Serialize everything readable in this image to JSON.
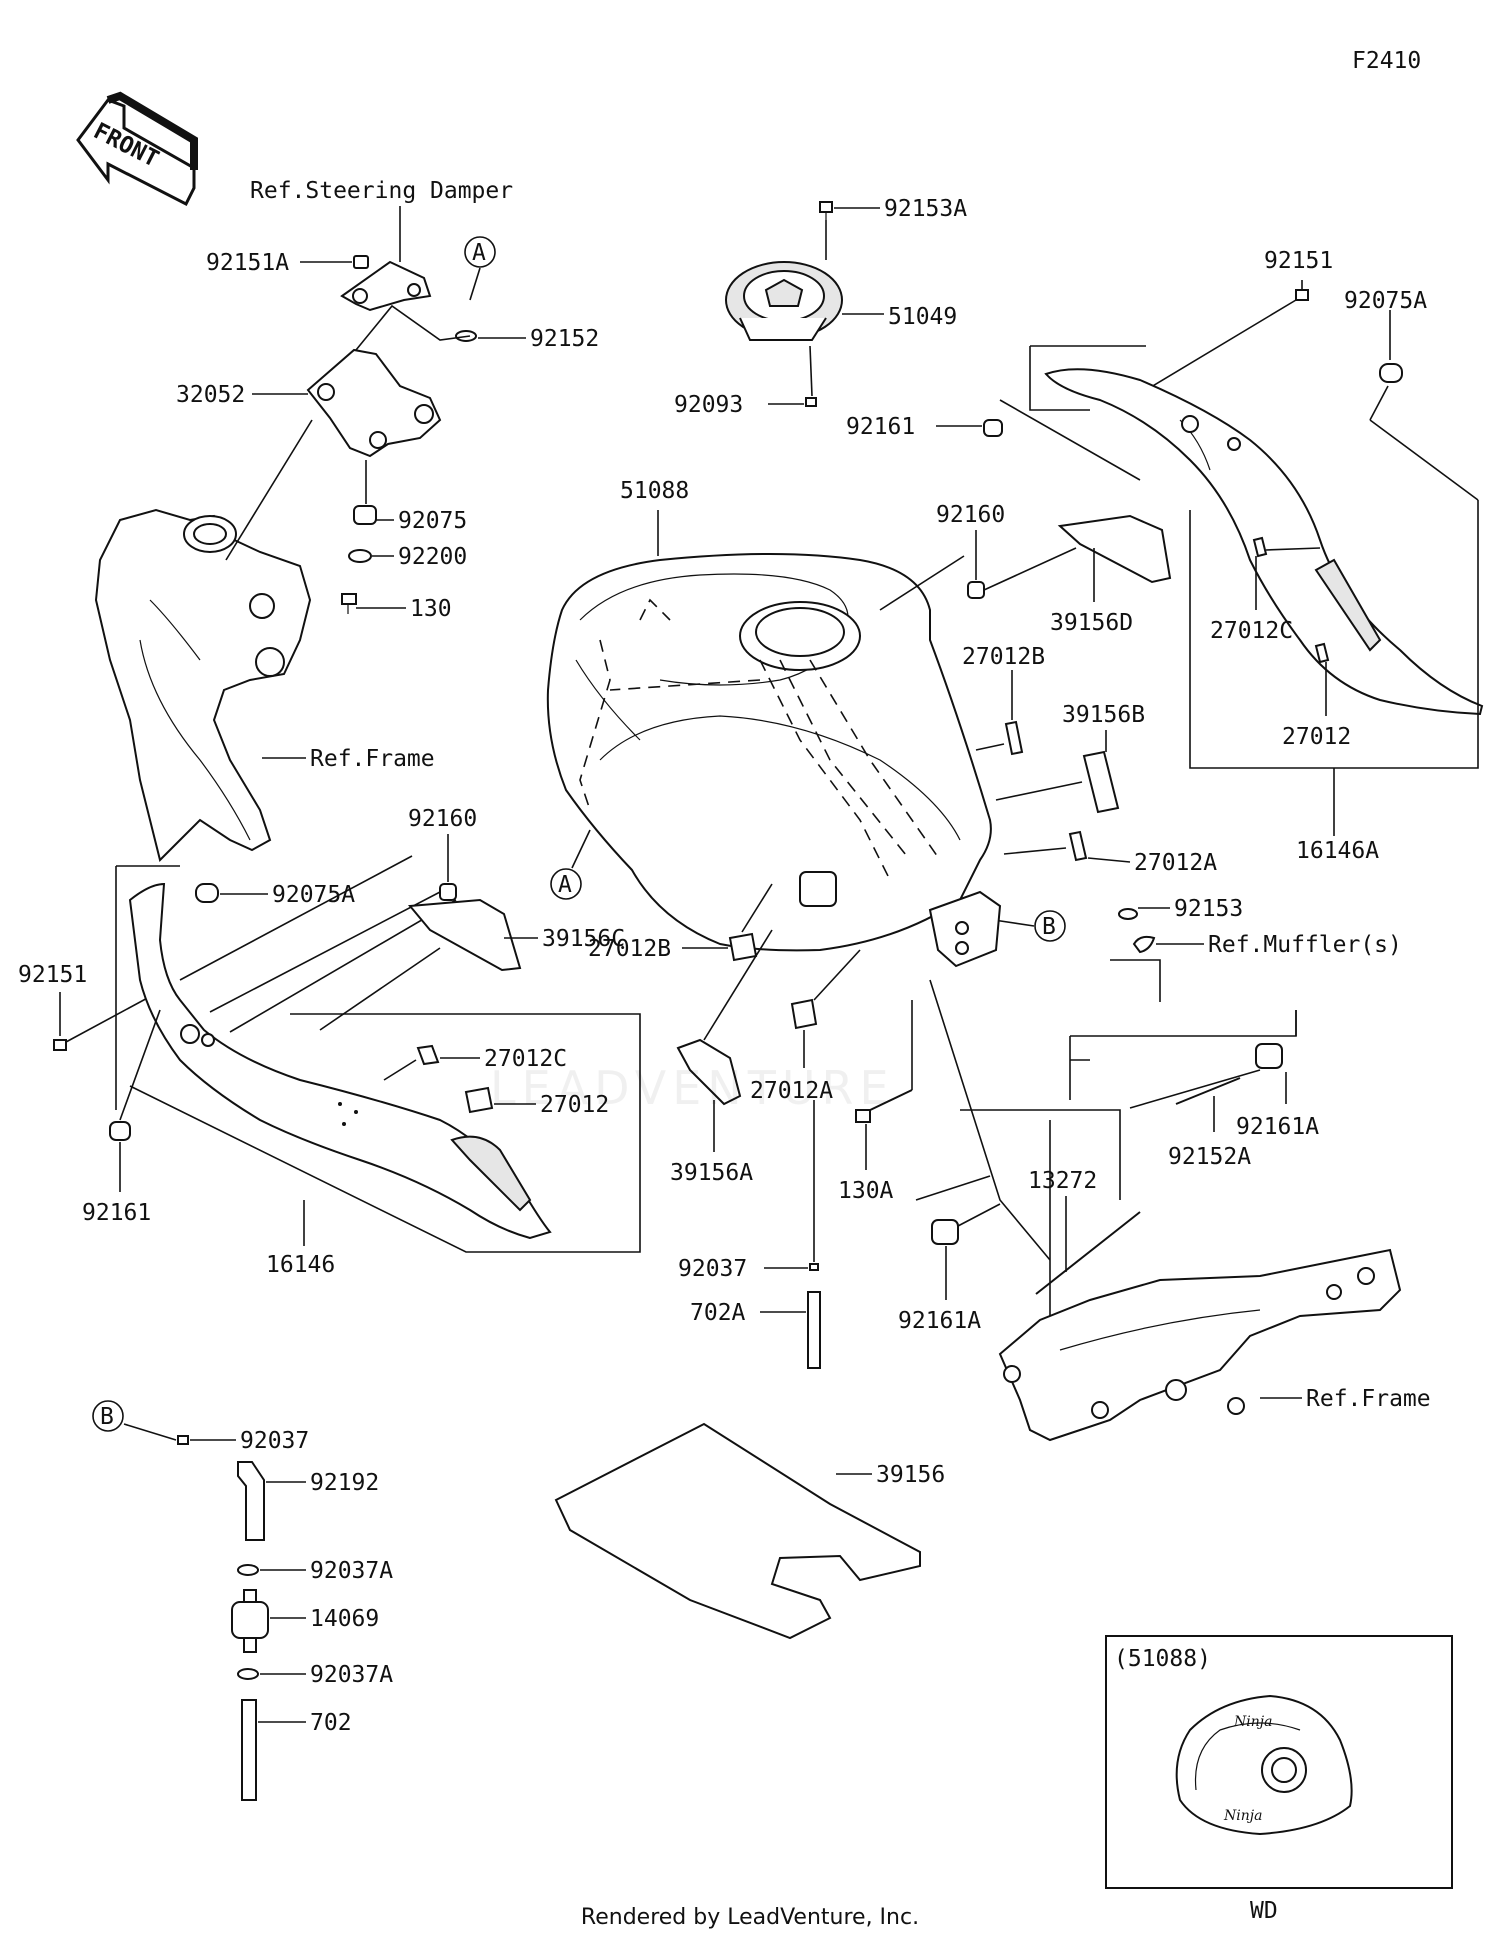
{
  "figure_code": "F2410",
  "footer": "Rendered by LeadVenture, Inc.",
  "watermark": "LEADVENTURE",
  "front_arrow": "FRONT",
  "callouts": {
    "A": "A",
    "B": "B"
  },
  "references": {
    "steering_damper": "Ref.Steering Damper",
    "frame_left": "Ref.Frame",
    "frame_right": "Ref.Frame",
    "mufflers": "Ref.Muffler(s)"
  },
  "inset": {
    "title": "(51088)",
    "caption": "WD"
  },
  "parts": [
    {
      "id": "92153A",
      "label": "92153A"
    },
    {
      "id": "51049",
      "label": "51049"
    },
    {
      "id": "92093",
      "label": "92093"
    },
    {
      "id": "92151A",
      "label": "92151A"
    },
    {
      "id": "92152",
      "label": "92152"
    },
    {
      "id": "32052",
      "label": "32052"
    },
    {
      "id": "92075",
      "label": "92075"
    },
    {
      "id": "92200",
      "label": "92200"
    },
    {
      "id": "130",
      "label": "130"
    },
    {
      "id": "51088",
      "label": "51088"
    },
    {
      "id": "92151",
      "label": "92151"
    },
    {
      "id": "92075A-r",
      "label": "92075A"
    },
    {
      "id": "92161-r",
      "label": "92161"
    },
    {
      "id": "92160-r",
      "label": "92160"
    },
    {
      "id": "39156D",
      "label": "39156D"
    },
    {
      "id": "27012C-r",
      "label": "27012C"
    },
    {
      "id": "27012B-r",
      "label": "27012B"
    },
    {
      "id": "39156B",
      "label": "39156B"
    },
    {
      "id": "27012-r",
      "label": "27012"
    },
    {
      "id": "27012A-r",
      "label": "27012A"
    },
    {
      "id": "16146A",
      "label": "16146A"
    },
    {
      "id": "92160-l",
      "label": "92160"
    },
    {
      "id": "92075A-l",
      "label": "92075A"
    },
    {
      "id": "92151-l",
      "label": "92151"
    },
    {
      "id": "39156C",
      "label": "39156C"
    },
    {
      "id": "27012B-m",
      "label": "27012B"
    },
    {
      "id": "92153",
      "label": "92153"
    },
    {
      "id": "27012C-l",
      "label": "27012C"
    },
    {
      "id": "27012-l",
      "label": "27012"
    },
    {
      "id": "27012A-m",
      "label": "27012A"
    },
    {
      "id": "92161-l",
      "label": "92161"
    },
    {
      "id": "16146",
      "label": "16146"
    },
    {
      "id": "39156A",
      "label": "39156A"
    },
    {
      "id": "130A",
      "label": "130A"
    },
    {
      "id": "92037",
      "label": "92037"
    },
    {
      "id": "702A",
      "label": "702A"
    },
    {
      "id": "13272",
      "label": "13272"
    },
    {
      "id": "92161A-r",
      "label": "92161A"
    },
    {
      "id": "92152A",
      "label": "92152A"
    },
    {
      "id": "92161A-l",
      "label": "92161A"
    },
    {
      "id": "92037-b",
      "label": "92037"
    },
    {
      "id": "92192",
      "label": "92192"
    },
    {
      "id": "92037A-1",
      "label": "92037A"
    },
    {
      "id": "14069",
      "label": "14069"
    },
    {
      "id": "92037A-2",
      "label": "92037A"
    },
    {
      "id": "702",
      "label": "702"
    },
    {
      "id": "39156",
      "label": "39156"
    }
  ]
}
